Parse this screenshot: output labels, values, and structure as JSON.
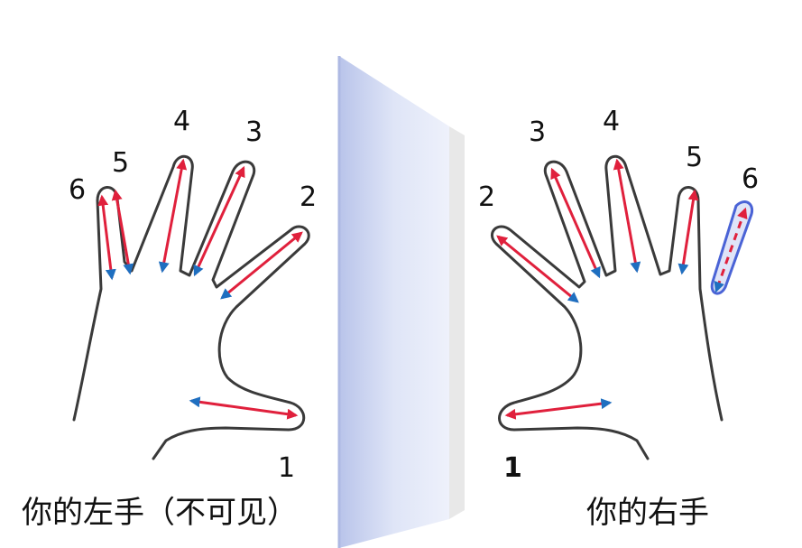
{
  "left_hand": {
    "caption": "你的左手（不可见）",
    "finger_labels": [
      "1",
      "2",
      "3",
      "4",
      "5",
      "6"
    ]
  },
  "right_hand": {
    "caption": "你的右手",
    "finger_labels": [
      "1",
      "2",
      "3",
      "4",
      "5",
      "6"
    ]
  },
  "colors": {
    "arrow_red": "#e0203c",
    "arrow_blue": "#1f6fc0",
    "outline": "#3a3a3a",
    "mirror": "#c9d2ee",
    "highlight": "#4a63d6"
  }
}
